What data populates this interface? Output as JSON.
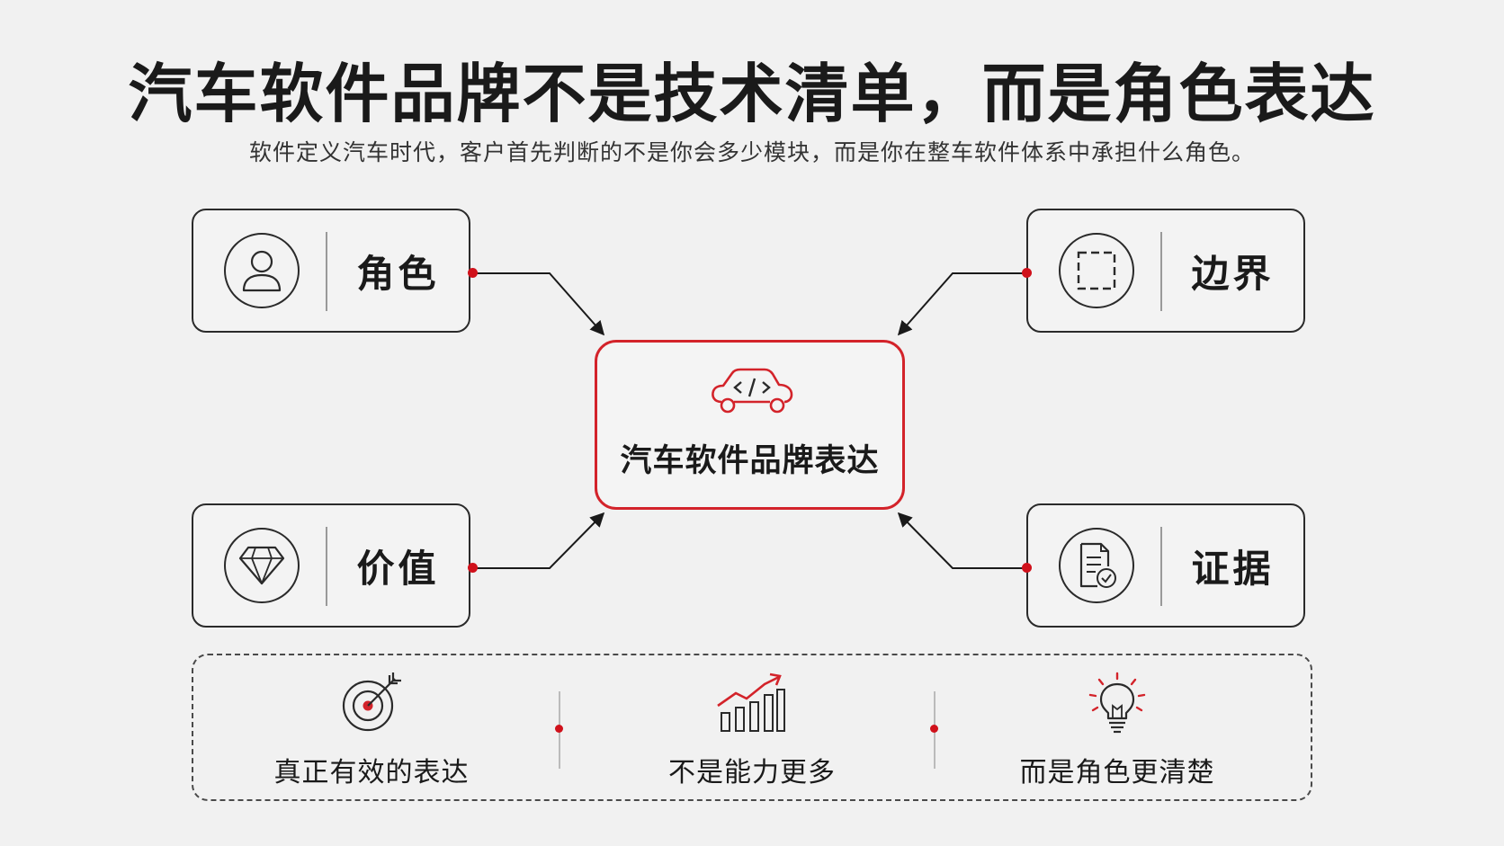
{
  "title": "汽车软件品牌不是技术清单，而是角色表达",
  "subtitle": "软件定义汽车时代，客户首先判断的不是你会多少模块，而是你在整车软件体系中承担什么角色。",
  "center": {
    "label": "汽车软件品牌表达",
    "icon": "car-code-icon"
  },
  "nodes": [
    {
      "label": "角色",
      "icon": "user-icon"
    },
    {
      "label": "边界",
      "icon": "dashed-square-icon"
    },
    {
      "label": "价值",
      "icon": "diamond-icon"
    },
    {
      "label": "证据",
      "icon": "document-check-icon"
    }
  ],
  "bottom": [
    {
      "text": "真正有效的表达",
      "icon": "target-icon"
    },
    {
      "text": "不是能力更多",
      "icon": "growth-chart-icon"
    },
    {
      "text": "而是角色更清楚",
      "icon": "lightbulb-icon"
    }
  ],
  "colors": {
    "accent": "#d3232a",
    "text": "#1a1a1a",
    "background": "#f1f1f1"
  }
}
